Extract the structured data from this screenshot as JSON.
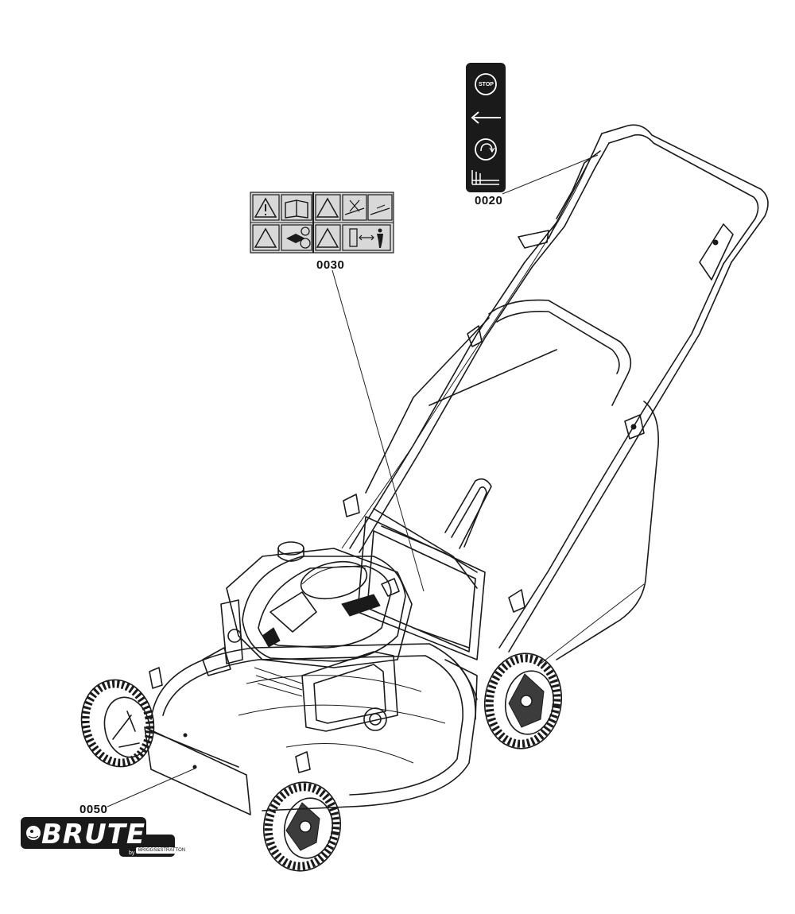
{
  "callouts": {
    "c0020": "0020",
    "c0030": "0030",
    "c0050": "0050"
  },
  "decal_0020": {
    "stop_label": "STOP"
  },
  "decal_0050": {
    "brand": "BRUTE",
    "by": "by",
    "maker": "BRIGGS&STRATTON"
  },
  "colors": {
    "ink": "#1a1a1a",
    "decal_bg": "#d8d8d8",
    "background": "#ffffff"
  }
}
